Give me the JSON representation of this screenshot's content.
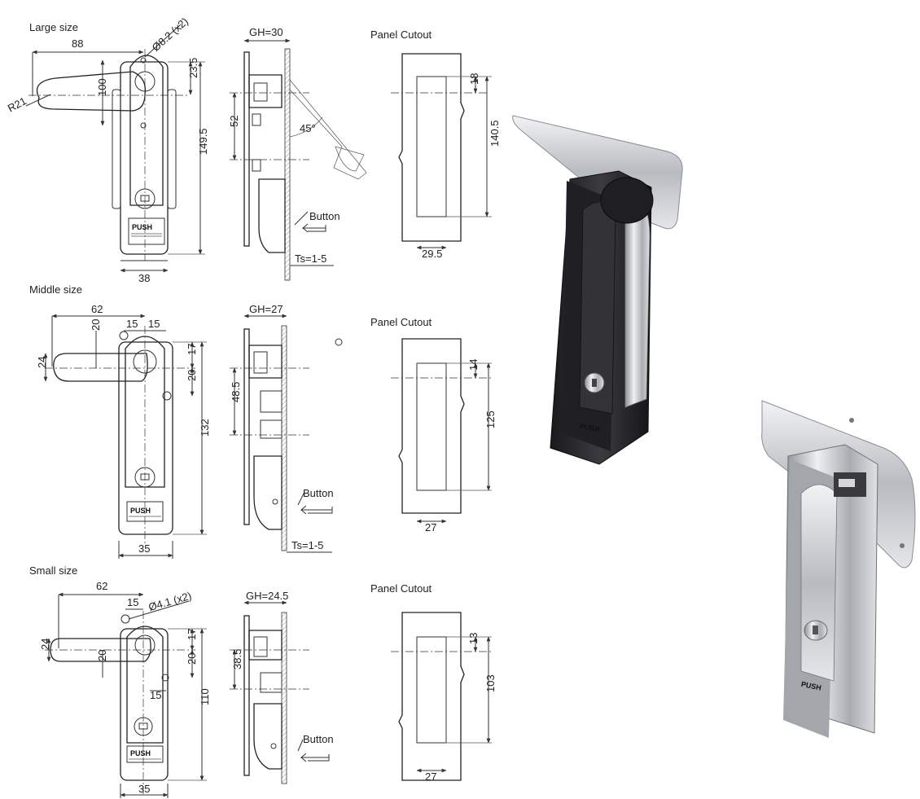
{
  "sections": [
    {
      "title": "Large size",
      "front_dims": {
        "width": "88",
        "hole": "Ø8.2 (x2)",
        "radius": "R21",
        "handle_len": "100",
        "top_offset": "23.5",
        "height": "149.5",
        "body_width": "38"
      },
      "side_dims": {
        "gh": "GH=30",
        "depth": "52",
        "angle": "45°",
        "button": "Button",
        "ts": "Ts=1-5"
      },
      "cutout": {
        "title": "Panel Cutout",
        "top": "18",
        "height": "140.5",
        "width": "29.5"
      },
      "push_label": "PUSH"
    },
    {
      "title": "Middle size",
      "front_dims": {
        "width": "62",
        "d20a": "20",
        "d15a": "15",
        "d15b": "15",
        "d24": "24",
        "d17": "17",
        "d20b": "20",
        "height": "132",
        "body_width": "35"
      },
      "side_dims": {
        "gh": "GH=27",
        "depth": "48.5",
        "button": "Button",
        "ts": "Ts=1-5"
      },
      "cutout": {
        "title": "Panel Cutout",
        "top": "14",
        "height": "125",
        "width": "27"
      },
      "push_label": "PUSH"
    },
    {
      "title": "Small size",
      "front_dims": {
        "width": "62",
        "d15a": "15",
        "hole": "Ø4.1 (x2)",
        "d24": "24",
        "d20a": "20",
        "d17": "17",
        "d20b": "20",
        "d15b": "15",
        "height": "110",
        "body_width": "35"
      },
      "side_dims": {
        "gh": "GH=24.5",
        "depth": "38.5",
        "button": "Button"
      },
      "cutout": {
        "title": "Panel Cutout",
        "top": "13",
        "height": "103",
        "width": "27"
      },
      "push_label": "PUSH"
    }
  ],
  "renders": [
    {
      "name": "black-latch-render",
      "body_color": "#2b2b2f",
      "metal_color": "#c9ccd0",
      "push_label": "PUSH"
    },
    {
      "name": "chrome-latch-render",
      "body_color": "#b9bcc1",
      "metal_color": "#d9dbde",
      "push_label": "PUSH"
    }
  ]
}
